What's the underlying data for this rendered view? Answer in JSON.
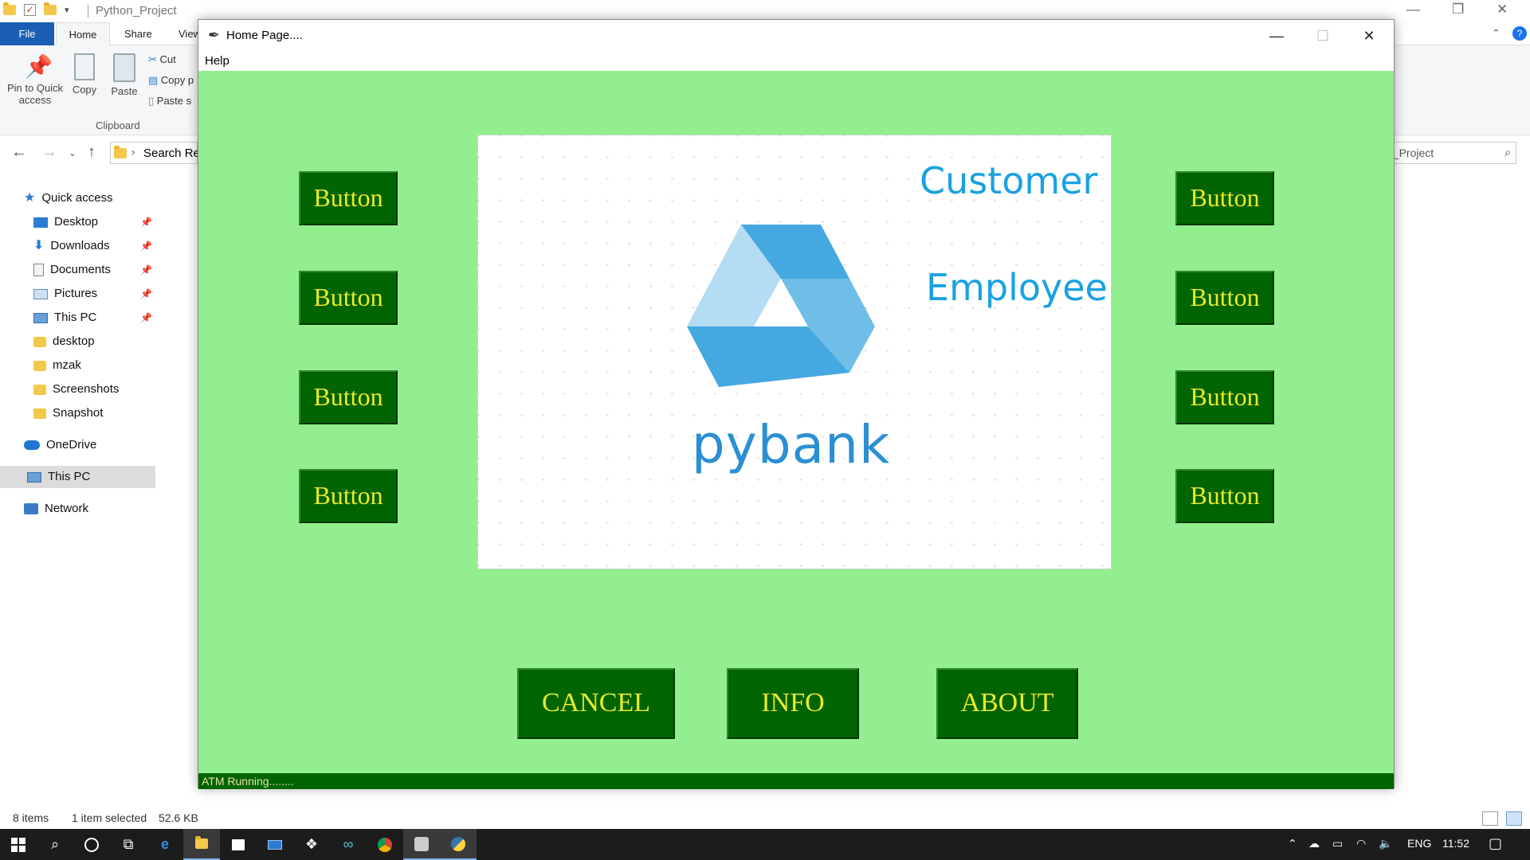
{
  "explorer": {
    "title": "Python_Project",
    "tabs": [
      "File",
      "Home",
      "Share",
      "View"
    ],
    "ribbon": {
      "pin_label_line1": "Pin to Quick",
      "pin_label_line2": "access",
      "copy_label": "Copy",
      "paste_label": "Paste",
      "cut_label": "Cut",
      "copy_path_label": "Copy p",
      "paste_shortcut_label": "Paste s",
      "group_label": "Clipboard"
    },
    "address": "Search Re",
    "search_text": "n_Project",
    "nav": {
      "quick_access": "Quick access",
      "items": [
        "Desktop",
        "Downloads",
        "Documents",
        "Pictures",
        "This PC",
        "desktop",
        "mzak",
        "Screenshots",
        "Snapshot"
      ],
      "onedrive": "OneDrive",
      "this_pc": "This PC",
      "network": "Network"
    },
    "status": {
      "items": "8 items",
      "selected": "1 item selected",
      "size": "52.6 KB"
    }
  },
  "tk_window": {
    "title": "Home Page....",
    "menu_help": "Help",
    "left_buttons": [
      "Button",
      "Button",
      "Button",
      "Button"
    ],
    "right_buttons": [
      "Button",
      "Button",
      "Button",
      "Button"
    ],
    "logo": {
      "customer": "Customer",
      "employee": "Employee",
      "brand": "pybank",
      "colors": {
        "dark": "#45a8e0",
        "mid": "#6fbee8",
        "light": "#b4dcf3",
        "text": "#1ba1e2"
      }
    },
    "bottom_buttons": {
      "cancel": "CANCEL",
      "info": "INFO",
      "about": "ABOUT"
    },
    "status": "ATM Running........",
    "colors": {
      "background": "#93ee8f",
      "button": "#006400",
      "button_text": "#eaea2a"
    }
  },
  "taskbar": {
    "language": "ENG",
    "time": "11:52"
  }
}
